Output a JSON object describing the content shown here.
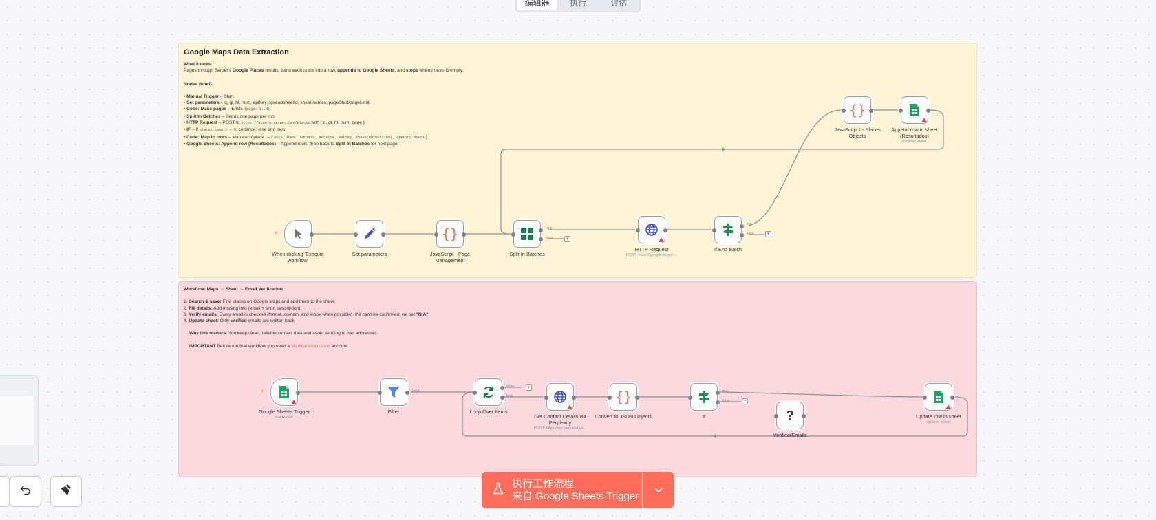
{
  "top_tabs": [
    {
      "label": "编辑器",
      "active": true
    },
    {
      "label": "执行",
      "active": false
    },
    {
      "label": "评估",
      "active": false
    }
  ],
  "note_yellow": {
    "title": "Google Maps Data Extraction",
    "what_label": "What it does:",
    "what_a": "Pages through Serper's ",
    "what_b": "Google Places",
    "what_c": " results, turns each ",
    "what_d": "place",
    "what_e": " into a row, ",
    "what_f": "appends to Google Sheets",
    "what_g": ", and ",
    "what_h": "stops",
    "what_i": " when ",
    "what_j": "places",
    "what_k": " is empty.",
    "nodes_label": "Nodes (brief):",
    "items": [
      {
        "b": "Manual Trigger",
        "t": " – Start."
      },
      {
        "b": "Set parameters",
        "t": " – q, gl, hl, num, apiKey, spreadsheetId, sheet names, pageStart/pageLimit."
      },
      {
        "b": "Code: Make pages",
        "t": " – Emits ",
        "code": "{page: 1..N}",
        "t2": "."
      },
      {
        "b": "Split In Batches",
        "t": " – Sends one page per run."
      },
      {
        "b": "HTTP Request",
        "t": " – POST to ",
        "code": "https://google.serper.dev/places",
        "t2": " with { q, gl, hl, num, page }."
      },
      {
        "b": "IF",
        "t": " – If ",
        "code": "places.length > 0",
        "t2": ", continue; else end loop."
      },
      {
        "b": "Code: Map to rows",
        "t": " – Map each place → { ",
        "code": "UUID, Name, Address, Website, Rating, Phone(normalized), Opening Hours",
        "t2": " }."
      },
      {
        "b": "Google Sheets: Append row (Resultados)",
        "t": " – Append rows; then back to ",
        "code": "",
        "t2": "",
        "b2": "Split In Batches",
        "t3": " for next page."
      }
    ]
  },
  "note_pink": {
    "title": "Workflow: Maps → Sheet → Email Verification",
    "steps": [
      {
        "n": "1. ",
        "b": "Search & save:",
        "t": " Find places on Google Maps and add them to the sheet."
      },
      {
        "n": "2. ",
        "b": "Fill details:",
        "t": " Add missing info (email + short description)."
      },
      {
        "n": "3. ",
        "b": "Verify emails:",
        "t": " Every email is checked (format, domain, and inbox when possible). If it can't be confirmed, we set ",
        "b2": "\"N/A\"",
        "t2": "."
      },
      {
        "n": "4. ",
        "b": "Update sheet:",
        "t": " Only ",
        "b2": "verified",
        "t2": " emails are written back."
      }
    ],
    "why_b": "Why this matters:",
    "why_t": " You keep clean, reliable contact data and avoid sending to bad addresses.",
    "imp_b": "IMPORTANT",
    "imp_t": " Before run that workflow you need a ",
    "imp_link": "Verificaremails.com",
    "imp_t2": " account."
  },
  "nodes_top": {
    "manual": {
      "label1": "When clicking 'Execute",
      "label2": "workflow'"
    },
    "set": {
      "label": "Set parameters"
    },
    "js_page": {
      "label1": "JavaScript - Page",
      "label2": "Management"
    },
    "split": {
      "label": "Split In Batches",
      "tag_loop": "loop",
      "tag_done": "done"
    },
    "http": {
      "label": "HTTP Request",
      "sub": "POST: https://google.serper...."
    },
    "if_end": {
      "label": "If End Batch",
      "tag_true": "true",
      "tag_false": "false"
    },
    "js_places": {
      "label1": "JavaScript1 - Places",
      "label2": "Objects"
    },
    "append": {
      "label1": "Append row in sheet",
      "label2": "(Resultados)",
      "sub": "append: sheet"
    }
  },
  "nodes_bottom": {
    "gs_trigger": {
      "label": "Google Sheets Trigger",
      "sub": "rowAdded"
    },
    "filter": {
      "label": "Filter",
      "tag_kept": "Kept"
    },
    "loop": {
      "label": "Loop Over Items",
      "tag_done": "done",
      "tag_loop": "loop"
    },
    "contact": {
      "label1": "Get Contact Details via",
      "label2": "Perplexity",
      "sub": "POST: https://api.perplexity.a..."
    },
    "json": {
      "label": "Convert to JSON Object1"
    },
    "if": {
      "label": "If",
      "tag_true": "true",
      "tag_false": "false"
    },
    "verif": {
      "label": "VerificarEmails",
      "glyph": "?"
    },
    "update": {
      "label": "Update row in sheet",
      "sub": "update: sheet"
    }
  },
  "plus_glyph": "+",
  "bolt_glyph": "⚡",
  "exec_button": {
    "line1": "执行工作流程",
    "line2": "来自 Google Sheets Trigger"
  },
  "colors": {
    "accent": "#ff6d5a",
    "sheets": "#1ea362",
    "js": "#ff6d5a",
    "http": "#3f51d6",
    "switch": "#1b8f50"
  }
}
